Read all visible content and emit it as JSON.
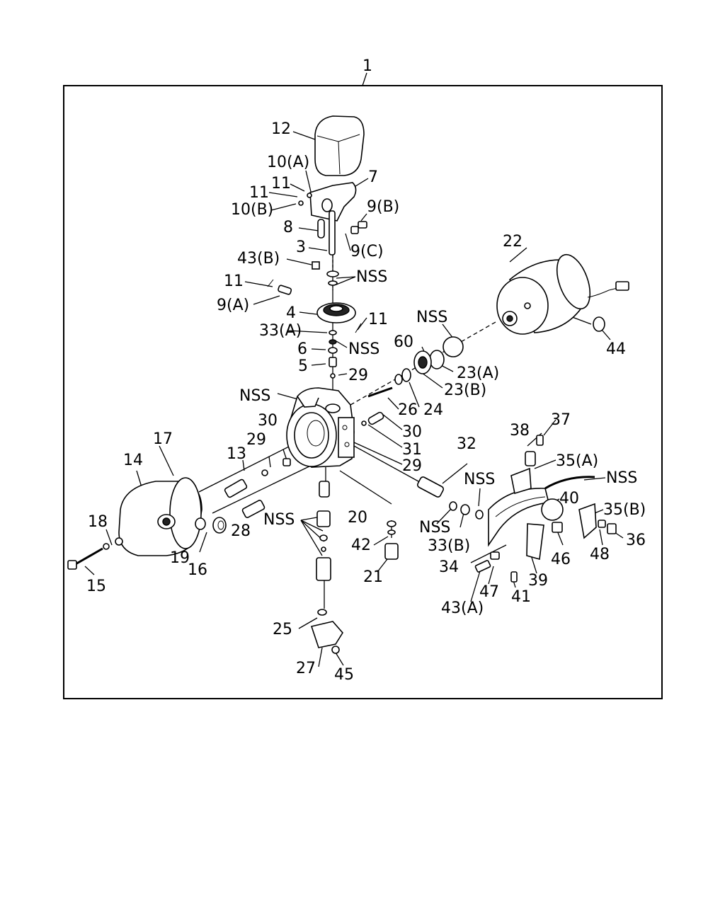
{
  "diagram": {
    "assembly_number": "1",
    "callouts": [
      {
        "id": "c12",
        "text": "12"
      },
      {
        "id": "c10a",
        "text": "10(A)"
      },
      {
        "id": "c7",
        "text": "7"
      },
      {
        "id": "c11a",
        "text": "11"
      },
      {
        "id": "c11b",
        "text": "11"
      },
      {
        "id": "c10b",
        "text": "10(B)"
      },
      {
        "id": "c9b",
        "text": "9(B)"
      },
      {
        "id": "c8",
        "text": "8"
      },
      {
        "id": "c3",
        "text": "3"
      },
      {
        "id": "c9c",
        "text": "9(C)"
      },
      {
        "id": "c43b",
        "text": "43(B)"
      },
      {
        "id": "cnss1",
        "text": "NSS"
      },
      {
        "id": "c11c",
        "text": "11"
      },
      {
        "id": "c9a",
        "text": "9(A)"
      },
      {
        "id": "c4",
        "text": "4"
      },
      {
        "id": "c11d",
        "text": "11"
      },
      {
        "id": "c33a",
        "text": "33(A)"
      },
      {
        "id": "cnss2",
        "text": "NSS"
      },
      {
        "id": "c6",
        "text": "6"
      },
      {
        "id": "c5",
        "text": "5"
      },
      {
        "id": "c29a",
        "text": "29"
      },
      {
        "id": "c22",
        "text": "22"
      },
      {
        "id": "cnss3",
        "text": "NSS"
      },
      {
        "id": "c60",
        "text": "60"
      },
      {
        "id": "c44",
        "text": "44"
      },
      {
        "id": "c23a",
        "text": "23(A)"
      },
      {
        "id": "c23b",
        "text": "23(B)"
      },
      {
        "id": "c24",
        "text": "24"
      },
      {
        "id": "c26",
        "text": "26"
      },
      {
        "id": "cnss4",
        "text": "NSS"
      },
      {
        "id": "c30a",
        "text": "30"
      },
      {
        "id": "c30b",
        "text": "30"
      },
      {
        "id": "c31",
        "text": "31"
      },
      {
        "id": "c29b",
        "text": "29"
      },
      {
        "id": "c29c",
        "text": "29"
      },
      {
        "id": "c17",
        "text": "17"
      },
      {
        "id": "c14",
        "text": "14"
      },
      {
        "id": "c13",
        "text": "13"
      },
      {
        "id": "c28",
        "text": "28"
      },
      {
        "id": "c18",
        "text": "18"
      },
      {
        "id": "c19",
        "text": "19"
      },
      {
        "id": "c16",
        "text": "16"
      },
      {
        "id": "c15",
        "text": "15"
      },
      {
        "id": "cnss5",
        "text": "NSS"
      },
      {
        "id": "c20",
        "text": "20"
      },
      {
        "id": "c42",
        "text": "42"
      },
      {
        "id": "c21",
        "text": "21"
      },
      {
        "id": "c32",
        "text": "32"
      },
      {
        "id": "c38",
        "text": "38"
      },
      {
        "id": "c37",
        "text": "37"
      },
      {
        "id": "c35a",
        "text": "35(A)"
      },
      {
        "id": "cnss6",
        "text": "NSS"
      },
      {
        "id": "cnss7",
        "text": "NSS"
      },
      {
        "id": "c40",
        "text": "40"
      },
      {
        "id": "c35b",
        "text": "35(B)"
      },
      {
        "id": "cnss8",
        "text": "NSS"
      },
      {
        "id": "c33b",
        "text": "33(B)"
      },
      {
        "id": "c36",
        "text": "36"
      },
      {
        "id": "c46",
        "text": "46"
      },
      {
        "id": "c48",
        "text": "48"
      },
      {
        "id": "c34",
        "text": "34"
      },
      {
        "id": "c47",
        "text": "47"
      },
      {
        "id": "c39",
        "text": "39"
      },
      {
        "id": "c41",
        "text": "41"
      },
      {
        "id": "c43a",
        "text": "43(A)"
      },
      {
        "id": "c25",
        "text": "25"
      },
      {
        "id": "c27",
        "text": "27"
      },
      {
        "id": "c45",
        "text": "45"
      }
    ]
  }
}
